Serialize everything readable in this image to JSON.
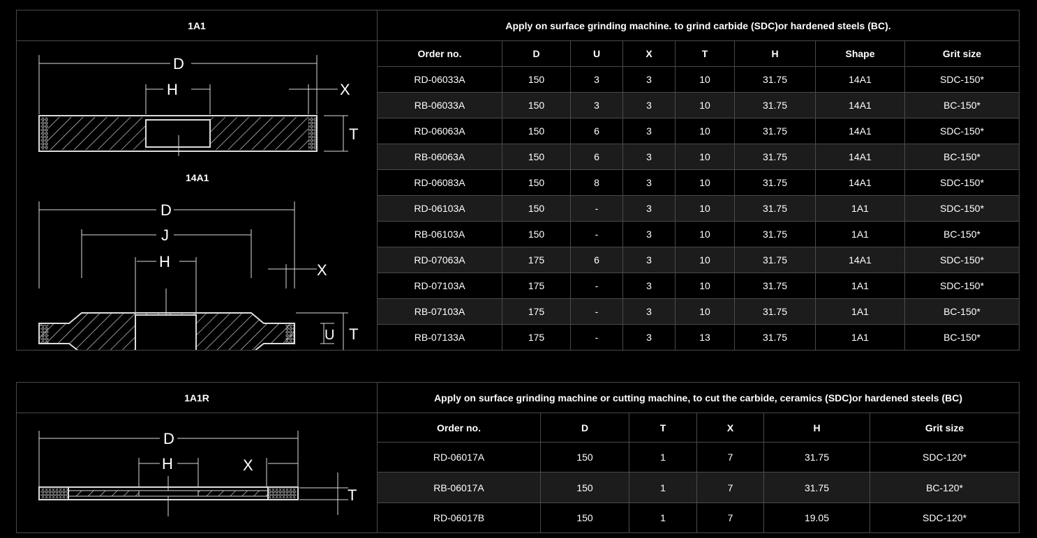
{
  "section1": {
    "left_title": "1A1",
    "sub_title": "14A1",
    "description": "Apply on surface grinding machine. to grind carbide (SDC)or hardened steels (BC).",
    "columns": [
      "Order no.",
      "D",
      "U",
      "X",
      "T",
      "H",
      "Shape",
      "Grit size"
    ],
    "rows": [
      [
        "RD-06033A",
        "150",
        "3",
        "3",
        "10",
        "31.75",
        "14A1",
        "SDC-150*"
      ],
      [
        "RB-06033A",
        "150",
        "3",
        "3",
        "10",
        "31.75",
        "14A1",
        "BC-150*"
      ],
      [
        "RD-06063A",
        "150",
        "6",
        "3",
        "10",
        "31.75",
        "14A1",
        "SDC-150*"
      ],
      [
        "RB-06063A",
        "150",
        "6",
        "3",
        "10",
        "31.75",
        "14A1",
        "BC-150*"
      ],
      [
        "RD-06083A",
        "150",
        "8",
        "3",
        "10",
        "31.75",
        "14A1",
        "SDC-150*"
      ],
      [
        "RD-06103A",
        "150",
        "-",
        "3",
        "10",
        "31.75",
        "1A1",
        "SDC-150*"
      ],
      [
        "RB-06103A",
        "150",
        "-",
        "3",
        "10",
        "31.75",
        "1A1",
        "BC-150*"
      ],
      [
        "RD-07063A",
        "175",
        "6",
        "3",
        "10",
        "31.75",
        "14A1",
        "SDC-150*"
      ],
      [
        "RD-07103A",
        "175",
        "-",
        "3",
        "10",
        "31.75",
        "1A1",
        "SDC-150*"
      ],
      [
        "RB-07103A",
        "175",
        "-",
        "3",
        "10",
        "31.75",
        "1A1",
        "BC-150*"
      ],
      [
        "RB-07133A",
        "175",
        "-",
        "3",
        "13",
        "31.75",
        "1A1",
        "BC-150*"
      ]
    ],
    "diagram1_labels": {
      "d": "D",
      "h": "H",
      "x": "X",
      "t": "T"
    },
    "diagram2_labels": {
      "d": "D",
      "j": "J",
      "h": "H",
      "x": "X",
      "u": "U",
      "t": "T"
    }
  },
  "section2": {
    "left_title": "1A1R",
    "description": "Apply on surface grinding machine or cutting machine, to cut the carbide, ceramics (SDC)or hardened steels (BC)",
    "columns": [
      "Order no.",
      "D",
      "T",
      "X",
      "H",
      "Grit size"
    ],
    "rows": [
      [
        "RD-06017A",
        "150",
        "1",
        "7",
        "31.75",
        "SDC-120*"
      ],
      [
        "RB-06017A",
        "150",
        "1",
        "7",
        "31.75",
        "BC-120*"
      ],
      [
        "RD-06017B",
        "150",
        "1",
        "7",
        "19.05",
        "SDC-120*"
      ]
    ],
    "diagram_labels": {
      "d": "D",
      "h": "H",
      "x": "X",
      "t": "T"
    }
  }
}
